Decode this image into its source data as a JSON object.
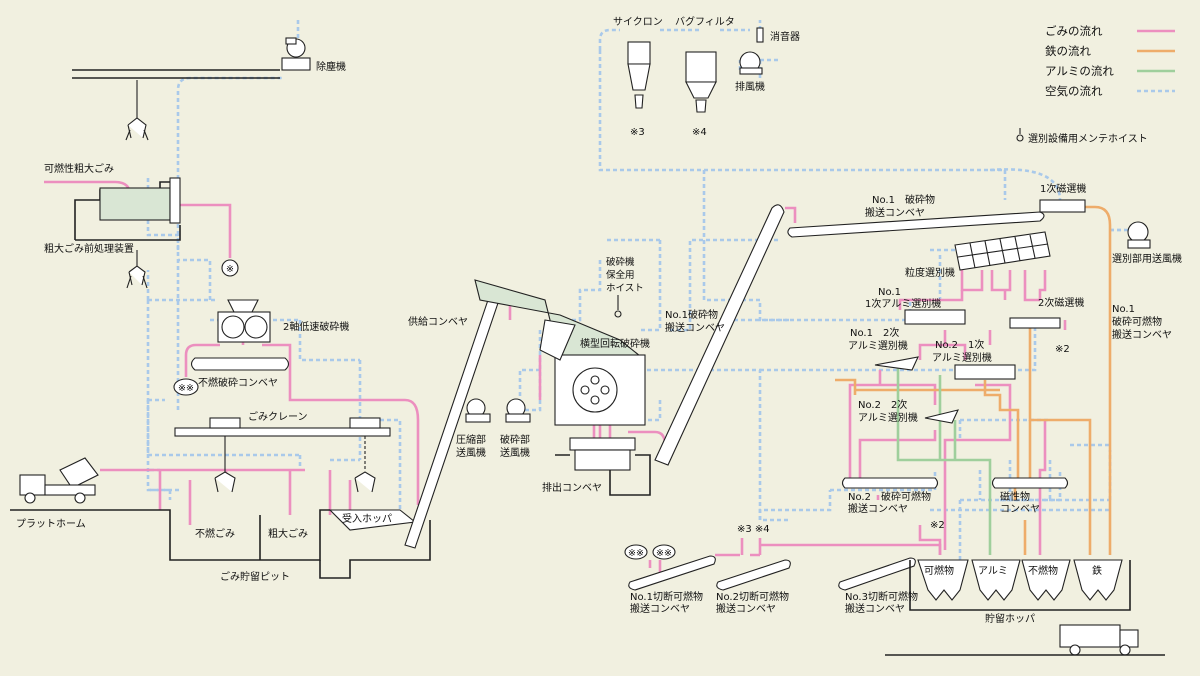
{
  "legend": {
    "garbage": "ごみの流れ",
    "iron": "鉄の流れ",
    "aluminum": "アルミの流れ",
    "air": "空気の流れ",
    "hoist": "選別設備用メンテホイスト"
  },
  "colors": {
    "garbage": "#ec8fbf",
    "iron": "#eeac6a",
    "aluminum": "#9fcf9c",
    "air": "#a9c9ea"
  },
  "labels": {
    "dust_collector": "除塵機",
    "combustible_bulky": "可燃性粗大ごみ",
    "bulky_pretreatment": "粗大ごみ前処理装置",
    "mark_a": "※",
    "twin_shaft_crusher": "2軸低速破砕機",
    "nonburn_conveyor": "不燃破砕コンベヤ",
    "mark_aa": "※※",
    "garbage_crane": "ごみクレーン",
    "platform": "プラットホーム",
    "nonburnable": "不燃ごみ",
    "bulky": "粗大ごみ",
    "pit": "ごみ貯留ピット",
    "receiving_hopper": "受入ホッパ",
    "supply_conveyor": "供給コンベヤ",
    "crusher_hoist": "破砕機\n保全用\nホイスト",
    "horizontal_crusher": "横型回転破砕機",
    "compress_fan": "圧縮部\n送風機",
    "crush_fan": "破砕部\n送風機",
    "discharge_conveyor": "排出コンベヤ",
    "cyclone": "サイクロン",
    "bag_filter": "バグフィルタ",
    "silencer": "消音器",
    "exhaust_fan": "排風機",
    "mark_3": "※3",
    "mark_4": "※4",
    "no1_crushed_conveyor": "No.1破砕物\n搬送コンベヤ",
    "no1_crushed_conveyor2": "No.1　破砕物\n搬送コンベヤ",
    "primary_magnet": "1次磁選機",
    "sorting_fan": "選別部用送風機",
    "trommel": "粒度選別機",
    "no1_primary_alu": "No.1\n1次アルミ選別機",
    "secondary_magnet": "2次磁選機",
    "no1_combustible_conveyor": "No.1\n破砕可燃物\n搬送コンベヤ",
    "no1_secondary_alu": "No.1　2次\nアルミ選別機",
    "no2_primary_alu": "No.2　1次\nアルミ選別機",
    "mark_2a": "※2",
    "no2_secondary_alu": "No.2　2次\nアルミ選別機",
    "no2_combustible_conveyor": "No.2　破砕可燃物\n搬送コンベヤ",
    "magnetic_conveyor": "磁性物\nコンベヤ",
    "mark_2b": "※2",
    "marks_34": "※3 ※4",
    "mark_aa2": "※※",
    "no1_cut_conveyor": "No.1切断可燃物\n搬送コンベヤ",
    "no2_cut_conveyor": "No.2切断可燃物\n搬送コンベヤ",
    "no3_cut_conveyor": "No.3切断可燃物\n搬送コンベヤ",
    "hopper_combustible": "可燃物",
    "hopper_alu": "アルミ",
    "hopper_nonburn": "不燃物",
    "hopper_iron": "鉄",
    "storage_hopper": "貯留ホッパ"
  }
}
